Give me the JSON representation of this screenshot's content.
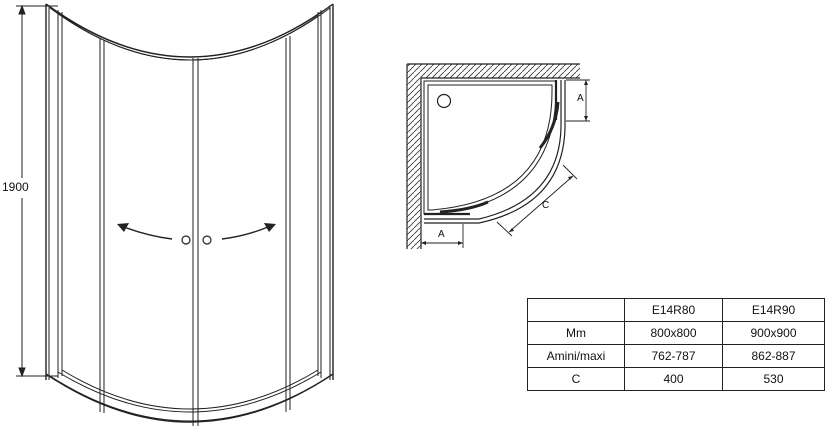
{
  "elevation": {
    "height_label": "1900"
  },
  "plan": {
    "labels": {
      "a_right": "A",
      "a_bottom": "A",
      "c": "C"
    }
  },
  "table": {
    "header": [
      "",
      "E14R80",
      "E14R90"
    ],
    "rows": [
      [
        "Mm",
        "800x800",
        "900x900"
      ],
      [
        "Amini/maxi",
        "762-787",
        "862-887"
      ],
      [
        "C",
        "400",
        "530"
      ]
    ]
  },
  "colors": {
    "line": "#222222",
    "background": "#ffffff"
  }
}
